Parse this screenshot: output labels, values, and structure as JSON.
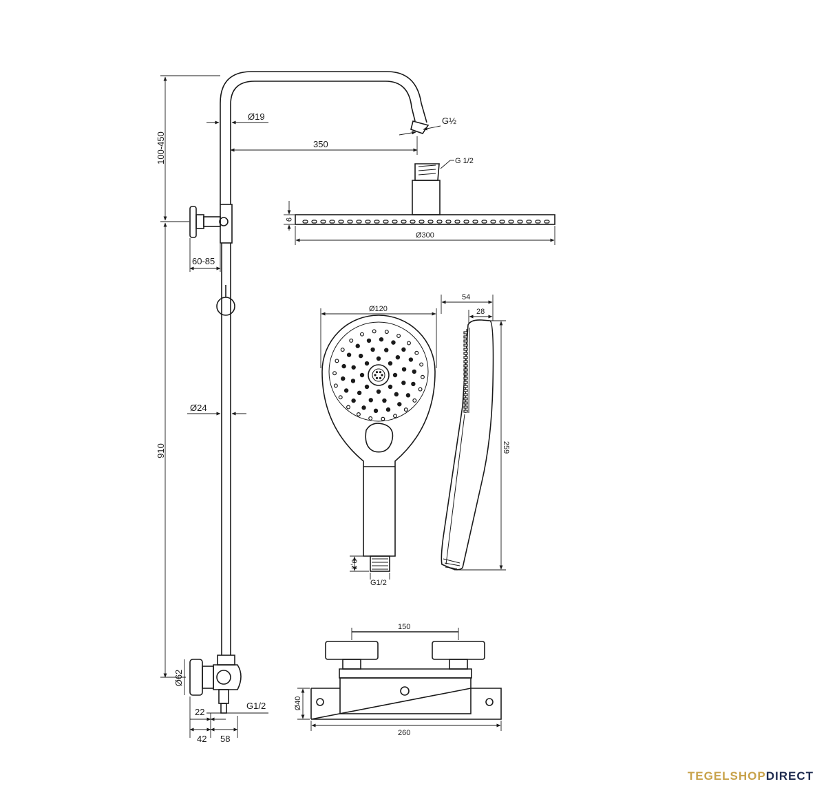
{
  "dimensions": {
    "height_top": "100-450",
    "pipe_diameter_top": "Ø19",
    "arm_length": "350",
    "outlet_thread_top": "G½",
    "head_thread": "G 1/2",
    "head_thickness": "9",
    "head_diameter": "Ø300",
    "wall_offset": "60-85",
    "riser_diameter": "Ø24",
    "riser_height": "910",
    "handset_diameter": "Ø120",
    "handset_depth": "54",
    "handset_depth_inner": "28",
    "handset_length": "259",
    "handset_thread_len": "9,2",
    "handset_thread": "G1/2",
    "mixer_centres": "150",
    "mixer_body_diameter": "Ø40",
    "mixer_length": "260",
    "connector_diameter": "Ø62",
    "connector_thread": "G1/2",
    "connector_offset_a": "22",
    "connector_offset_b": "42",
    "connector_offset_c": "58"
  },
  "brand": {
    "part1": "TEGELSHOP",
    "part2": "DIRECT"
  }
}
